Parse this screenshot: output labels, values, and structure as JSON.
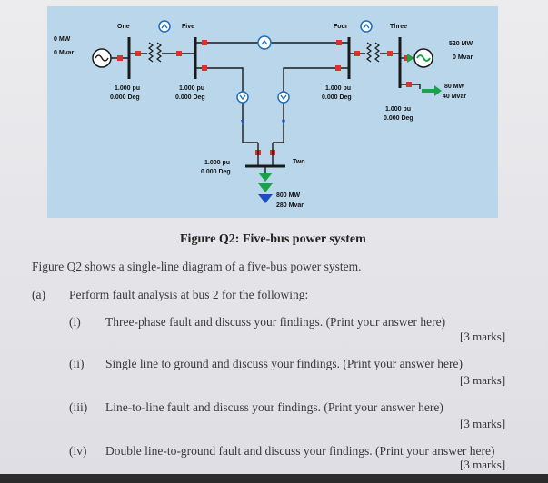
{
  "diagram": {
    "buses": {
      "one": "One",
      "five": "Five",
      "four": "Four",
      "three": "Three",
      "two": "Two"
    },
    "generator_left": {
      "p": "0 MW",
      "q": "0 Mvar"
    },
    "generator_right": {
      "p": "520 MW",
      "q": "0 Mvar"
    },
    "load_right": {
      "p": "80 MW",
      "q": "40 Mvar"
    },
    "load_bottom": {
      "p": "800 MW",
      "q": "280 Mvar"
    },
    "voltages": {
      "bus_one": {
        "v": "1.000 pu",
        "a": "0.000 Deg"
      },
      "bus_five": {
        "v": "1.000 pu",
        "a": "0.000 Deg"
      },
      "bus_four": {
        "v": "1.000 pu",
        "a": "0.000 Deg"
      },
      "bus_three": {
        "v": "1.000 pu",
        "a": "0.000 Deg"
      },
      "bus_two": {
        "v": "1.000 pu",
        "a": "0.000 Deg"
      }
    },
    "colors": {
      "background": "#b9d6ea",
      "breaker": "#e0302c",
      "bus": "#1a1a1a",
      "load_arrow": "#1aa34a",
      "flow_arrow": "#1f4fbf"
    }
  },
  "caption": "Figure Q2: Five-bus power system",
  "intro": "Figure Q2 shows a single-line diagram of a five-bus power system.",
  "part_a": {
    "label": "(a)",
    "text": "Perform fault analysis at bus 2 for the following:",
    "items": [
      {
        "num": "(i)",
        "text": "Three-phase fault and discuss your findings. (Print your answer here)",
        "marks": "[3 marks]"
      },
      {
        "num": "(ii)",
        "text": "Single line to ground and discuss your findings. (Print your answer here)",
        "marks": "[3 marks]"
      },
      {
        "num": "(iii)",
        "text": "Line-to-line fault and discuss your findings. (Print your answer here)",
        "marks": "[3 marks]"
      },
      {
        "num": "(iv)",
        "text": "Double line-to-ground fault and discuss your findings. (Print your answer here)",
        "marks": "[3 marks]"
      }
    ]
  }
}
